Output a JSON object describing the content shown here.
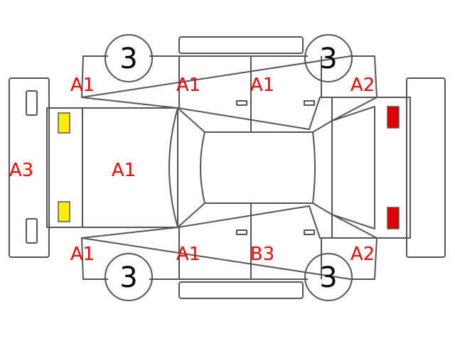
{
  "diagram": {
    "tire_grades": {
      "front_left": "3",
      "front_right": "3",
      "rear_left": "3",
      "rear_right": "3"
    },
    "damage_labels": {
      "hood_top_left": "A1",
      "fender_top_left": "A1",
      "door_top_front": "A1",
      "quarter_top_right": "A2",
      "bumper_front": "A3",
      "hood": "A1",
      "fender_bottom_left": "A1",
      "door_bottom_front": "A1",
      "door_bottom_rear": "B3",
      "quarter_bottom_right": "A2"
    },
    "colors": {
      "outline": "#555555",
      "label": "#ff0000",
      "headlight": "#ffee00",
      "taillight": "#e00000",
      "tire_text": "#000000"
    }
  }
}
